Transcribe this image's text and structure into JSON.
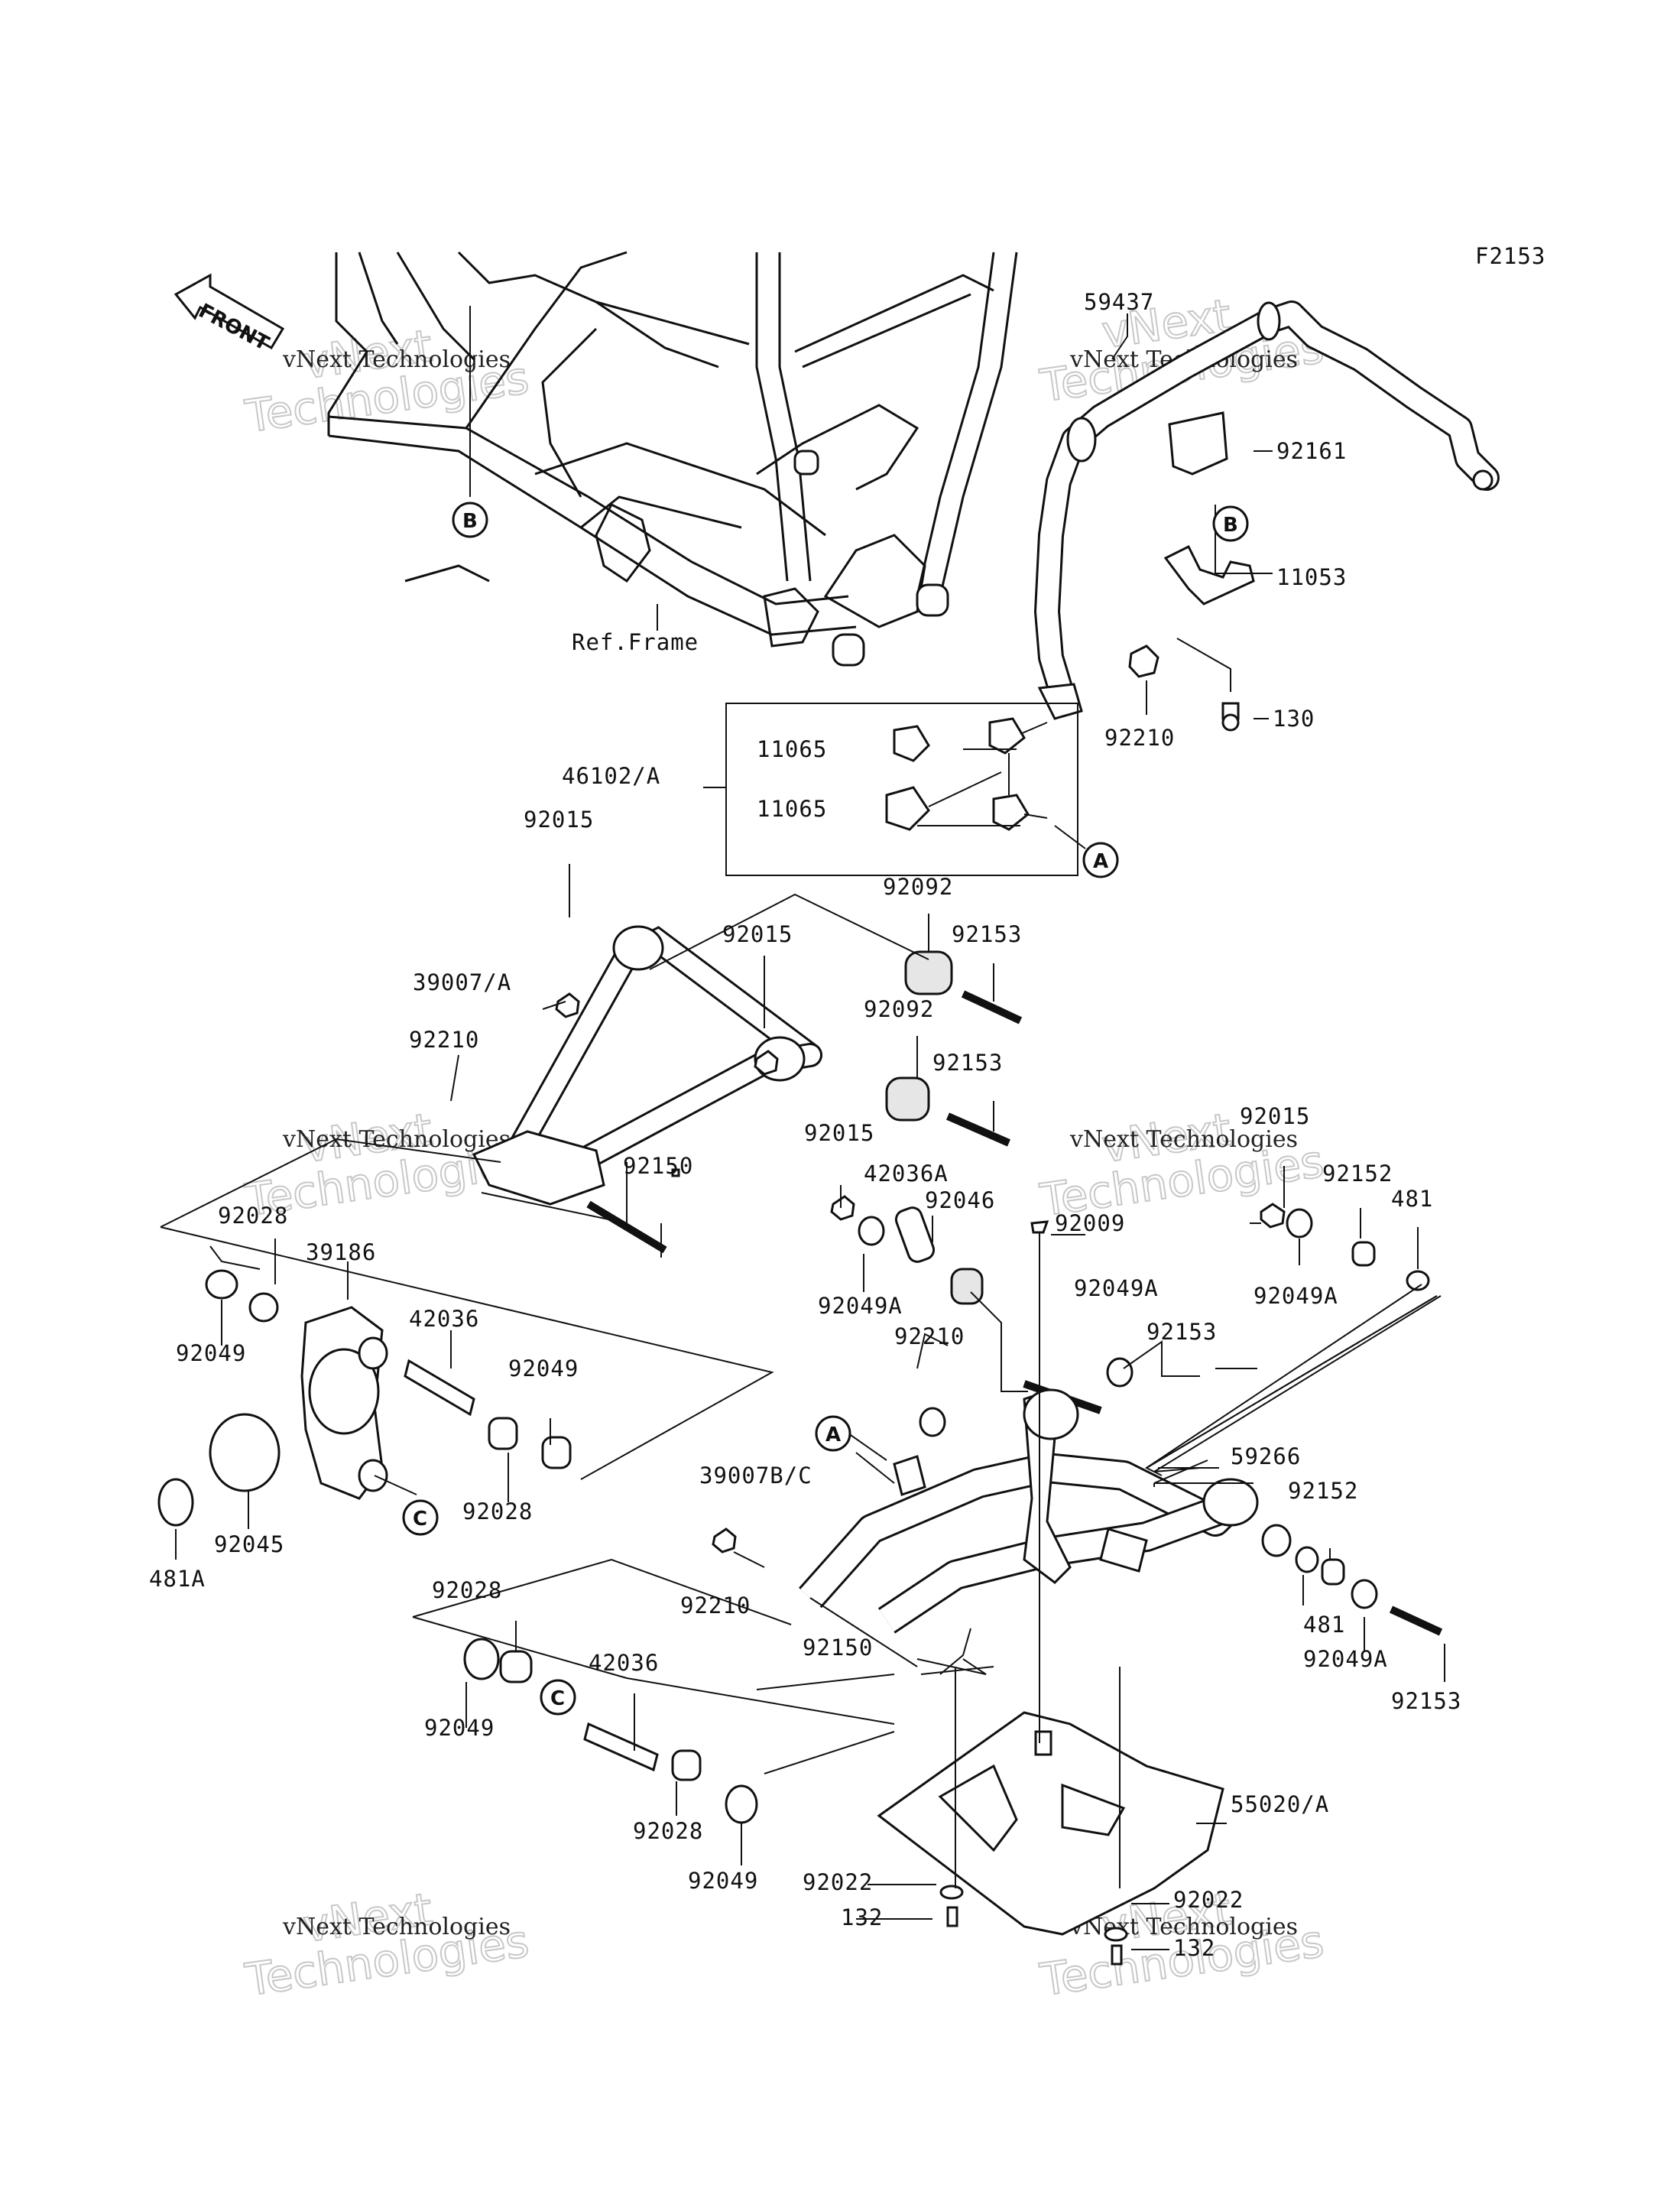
{
  "figure_code": "F2153",
  "front_label": "FRONT",
  "ref_frame": "Ref.Frame",
  "watermark_small": "vNext Technologies",
  "watermark_big_1": "vNext",
  "watermark_big_2": "Technologies",
  "callouts": {
    "A": "A",
    "B": "B",
    "C": "C"
  },
  "parts": {
    "p59437": "59437",
    "p92161": "92161",
    "p11053": "11053",
    "p130": "130",
    "p92210_top": "92210",
    "p11065_a": "11065",
    "p11065_b": "11065",
    "p46102A": "46102/A",
    "p92015_a": "92015",
    "p92092_a": "92092",
    "p92153_a": "92153",
    "p92015_b": "92015",
    "p39007A": "39007/A",
    "p92092_b": "92092",
    "p92210_left": "92210",
    "p92153_b": "92153",
    "p92015_c": "92015",
    "p42036A": "42036A",
    "p92150_a": "92150",
    "p92046": "92046",
    "p92009": "92009",
    "p92015_d": "92015",
    "p92152_a": "92152",
    "p481_a": "481",
    "p92049A_a": "92049A",
    "p92049A_b": "92049A",
    "p92028_a": "92028",
    "p39186": "39186",
    "p92049_a": "92049",
    "p42036_a": "42036",
    "p92049_b": "92049",
    "p92049A_c": "92049A",
    "p92153_c": "92153",
    "p92210_mid": "92210",
    "p39007BC": "39007B/C",
    "p92028_b": "92028",
    "p92045": "92045",
    "p481A": "481A",
    "p59266": "59266",
    "p92152_b": "92152",
    "p92210_low": "92210",
    "p481_b": "481",
    "p92049A_d": "92049A",
    "p92153_d": "92153",
    "p92150_b": "92150",
    "p92028_c": "92028",
    "p42036_b": "42036",
    "p92049_c": "92049",
    "p55020A": "55020/A",
    "p92028_d": "92028",
    "p92049_d": "92049",
    "p92022_a": "92022",
    "p132_a": "132",
    "p92022_b": "92022",
    "p132_b": "132"
  }
}
